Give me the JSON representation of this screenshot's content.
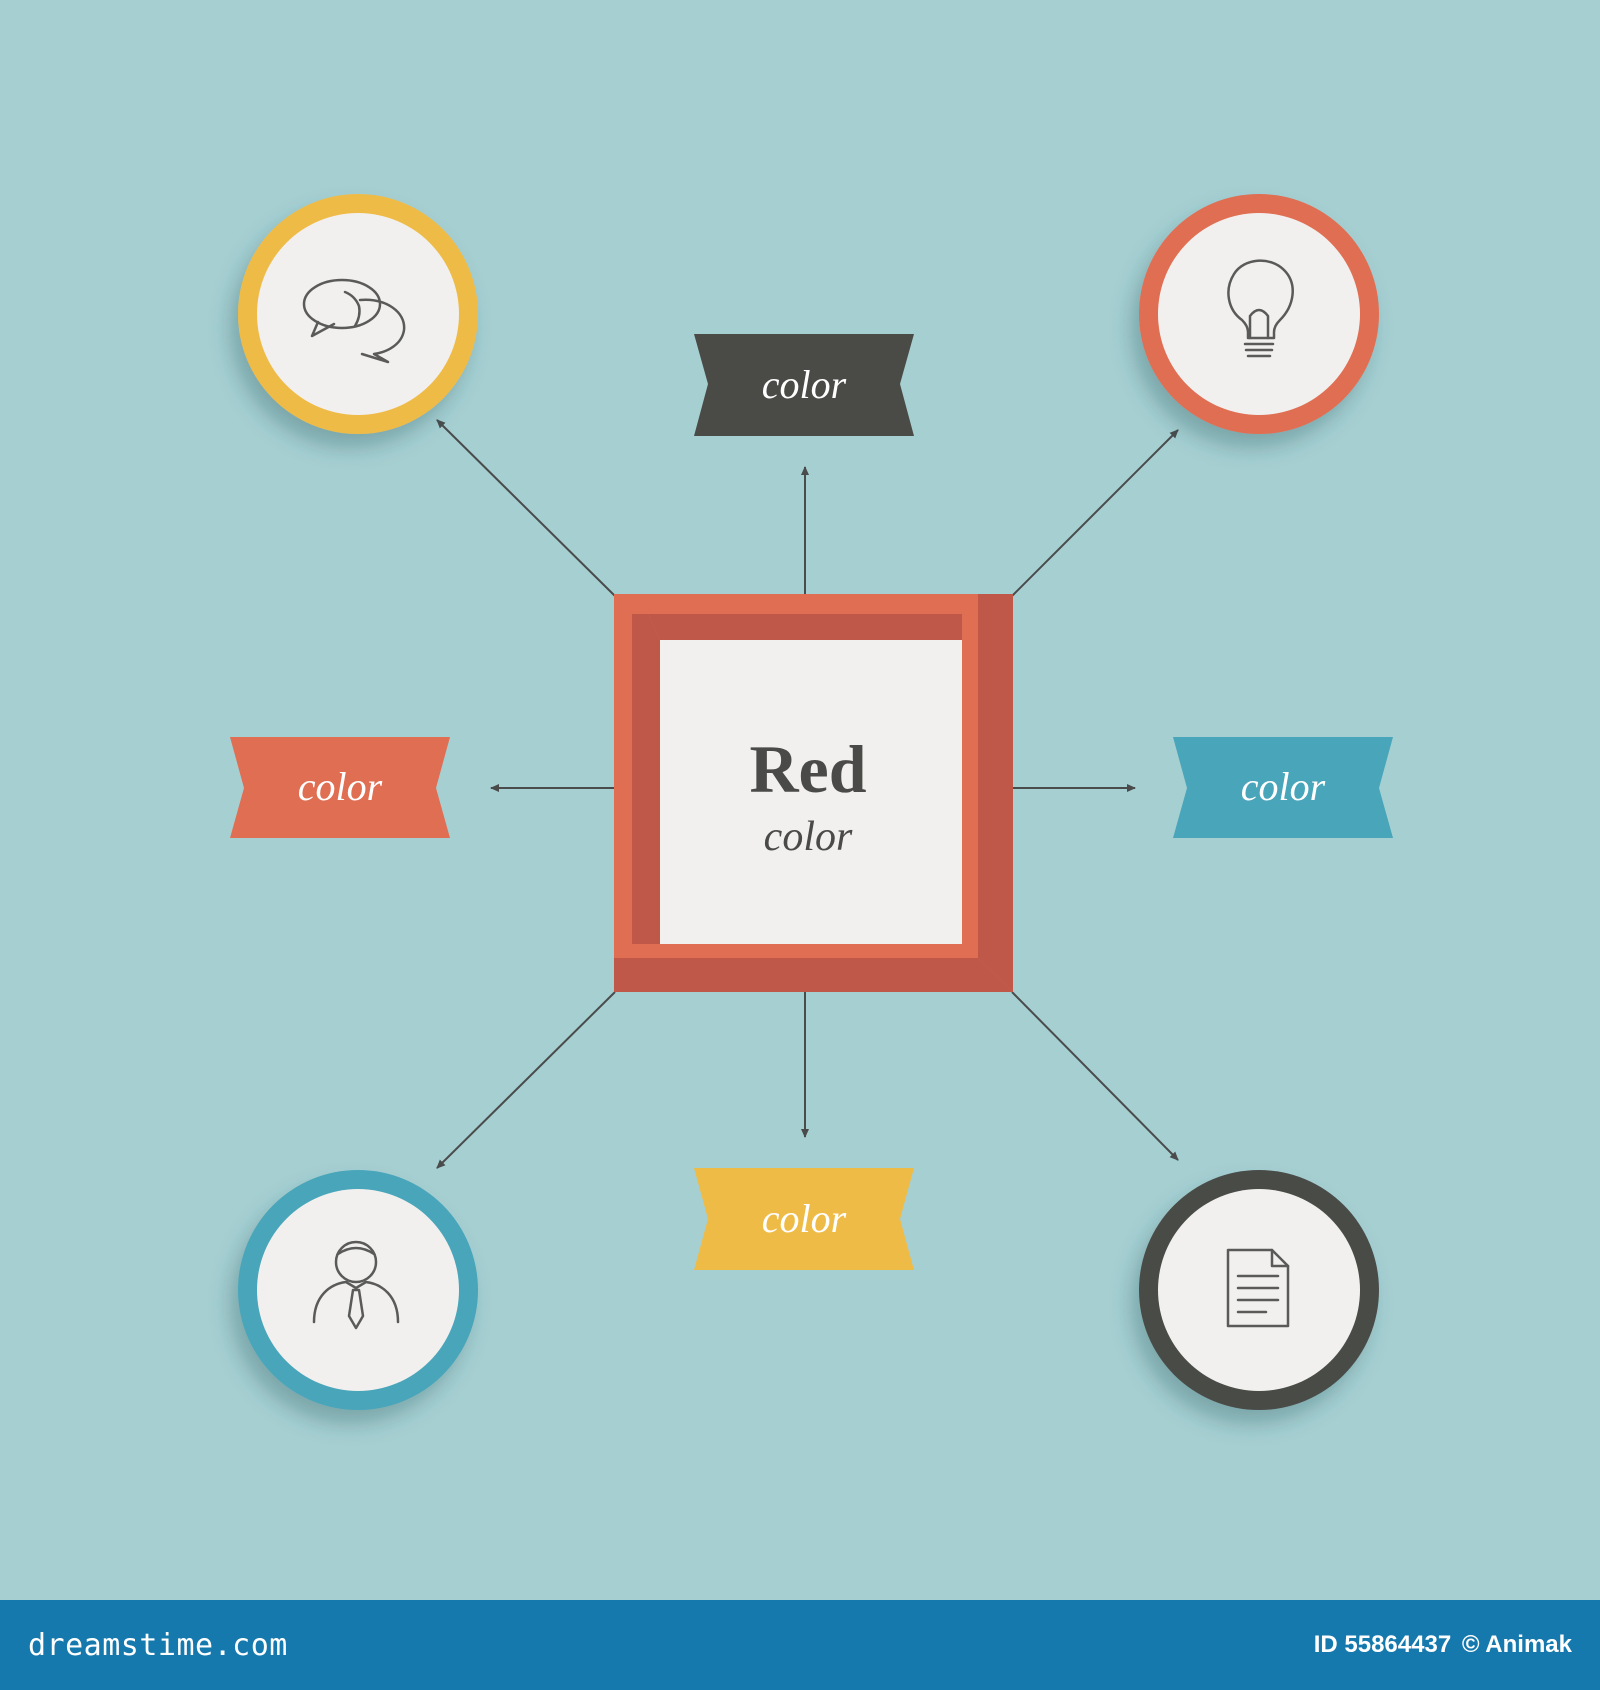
{
  "colors": {
    "background": "#A6CFD2",
    "footer": "#1579AE",
    "red": "#C0584A",
    "red_light": "#E06E53",
    "yellow": "#EFBB47",
    "blue": "#48A5BA",
    "dark": "#4A4B47",
    "card": "#F1F0EE",
    "arrow": "#4A4B4B",
    "text_dark": "#4A4A48",
    "text_light": "#FFFFFF"
  },
  "center_box": {
    "title": "Red",
    "subtitle": "color"
  },
  "labels": {
    "top": "color",
    "left": "color",
    "right": "color",
    "bottom": "color"
  },
  "circles": [
    {
      "id": "top-left",
      "ring": "yellow",
      "icon": "speech-bubbles-icon"
    },
    {
      "id": "top-right",
      "ring": "red_light",
      "icon": "light-bulb-icon"
    },
    {
      "id": "bottom-left",
      "ring": "blue",
      "icon": "businessman-icon"
    },
    {
      "id": "bottom-right",
      "ring": "dark",
      "icon": "document-icon"
    }
  ],
  "watermark": {
    "site": "dreamstime.com",
    "id_text": "ID 55864437",
    "copyright": "© Animak"
  }
}
